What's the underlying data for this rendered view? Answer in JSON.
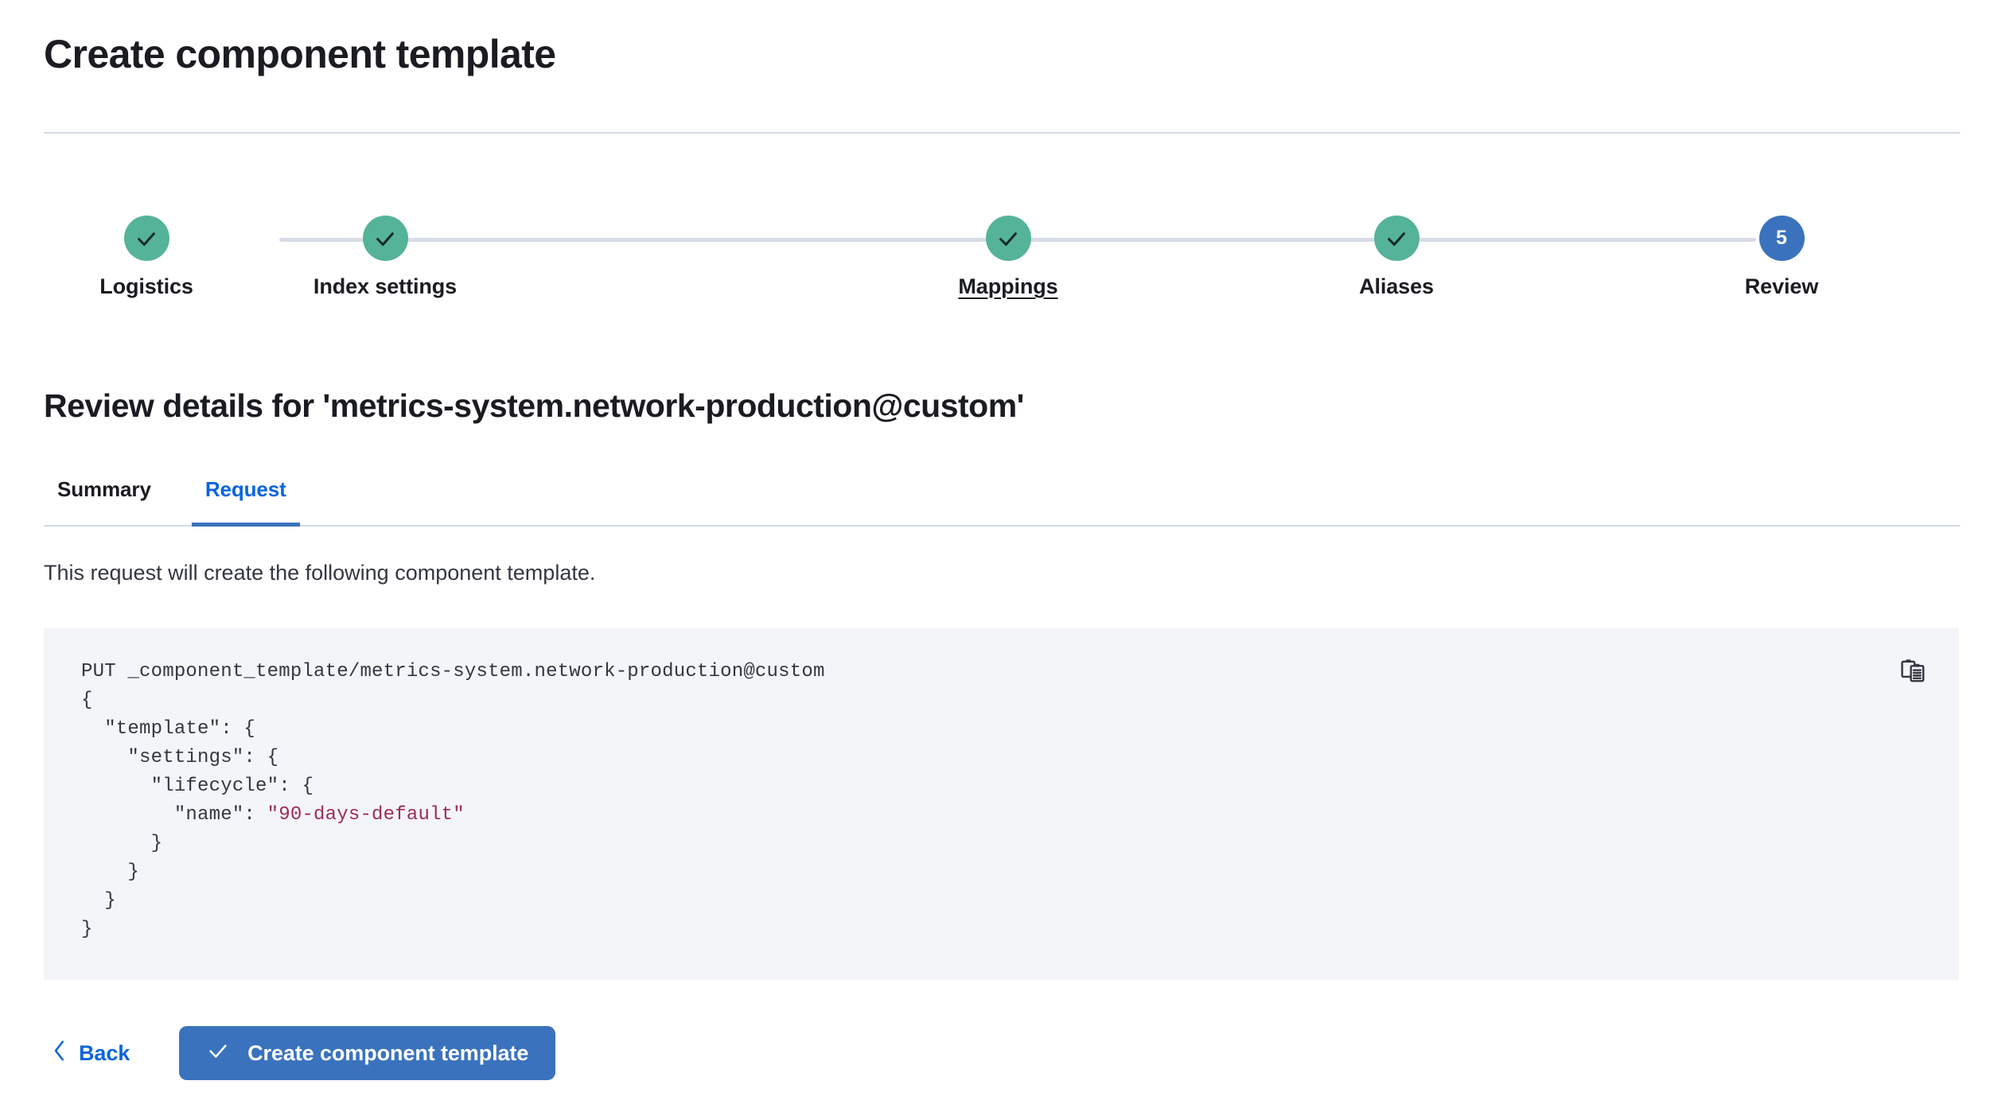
{
  "page": {
    "title": "Create component template"
  },
  "stepper": {
    "steps": [
      {
        "label": "Logistics",
        "state": "complete",
        "number": "1",
        "icon": "check-icon",
        "hovered": false
      },
      {
        "label": "Index settings",
        "state": "complete",
        "number": "2",
        "icon": "check-icon",
        "hovered": false
      },
      {
        "label": "Mappings",
        "state": "complete",
        "number": "3",
        "icon": "check-icon",
        "hovered": true
      },
      {
        "label": "Aliases",
        "state": "complete",
        "number": "4",
        "icon": "check-icon",
        "hovered": false
      },
      {
        "label": "Review",
        "state": "current",
        "number": "5",
        "icon": "step-number",
        "hovered": false
      }
    ],
    "complete_color": "#54b399",
    "current_color": "#3a72bd",
    "track_color": "#d8dce8"
  },
  "review": {
    "heading": "Review details for 'metrics-system.network-production@custom'",
    "tabs": [
      {
        "label": "Summary",
        "active": false
      },
      {
        "label": "Request",
        "active": true
      }
    ],
    "active_tab_color": "#0b64dd",
    "description": "This request will create the following component template."
  },
  "code": {
    "copy_icon": "copy-clipboard-icon",
    "method": "PUT",
    "path": "_component_template/metrics-system.network-production@custom",
    "lines": [
      "PUT _component_template/metrics-system.network-production@custom",
      "{",
      "  \"template\": {",
      "    \"settings\": {",
      "      \"lifecycle\": {",
      "        \"name\": \"90-days-default\"",
      "      }",
      "    }",
      "  }",
      "}"
    ],
    "before_string": "PUT _component_template/metrics-system.network-production@custom\n{\n  \"template\": {\n    \"settings\": {\n      \"lifecycle\": {\n        \"name\": ",
    "string_value": "\"90-days-default\"",
    "after_string": "\n      }\n    }\n  }\n}",
    "string_color": "#9c2b5e",
    "background": "#f4f5f9"
  },
  "footer": {
    "back_label": "Back",
    "back_icon": "chevron-left-icon",
    "submit_label": "Create component template",
    "submit_icon": "check-icon",
    "submit_color": "#3a72bd"
  }
}
